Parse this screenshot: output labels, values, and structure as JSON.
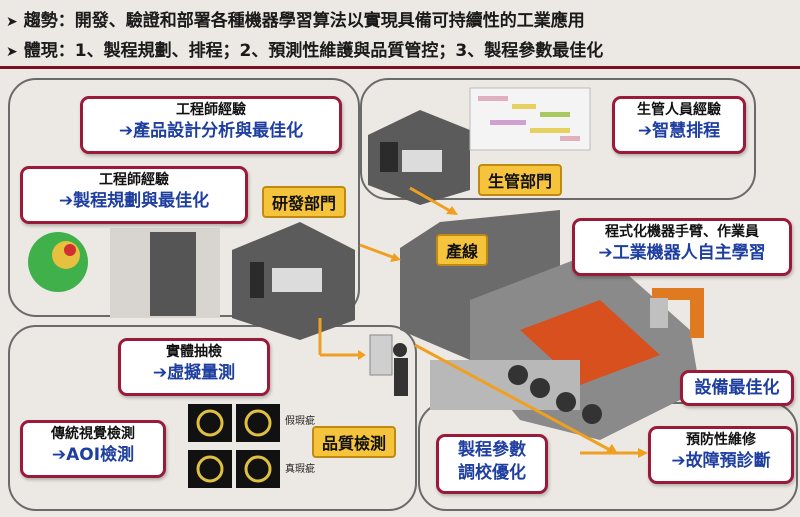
{
  "header": {
    "line1": "趨勢：開發、驗證和部署各種機器學習算法以實現具備可持續性的工業應用",
    "line2": "體現：1、製程規劃、排程；2、預測性維護與品質管控；3、製程參數最佳化"
  },
  "callouts": {
    "product_design": {
      "small": "工程師經驗",
      "big": "➔產品設計分析與最佳化"
    },
    "process_planning": {
      "small": "工程師經驗",
      "big": "➔製程規劃與最佳化"
    },
    "scheduling": {
      "small": "生管人員經驗",
      "big": "➔智慧排程"
    },
    "robot": {
      "small": "程式化機器手臂、作業員",
      "big": "➔工業機器人自主學習"
    },
    "virtual_metrology": {
      "small": "實體抽檢",
      "big": "➔虛擬量測"
    },
    "aoi": {
      "small": "傳統視覺檢測",
      "big": "➔AOI檢測"
    },
    "process_param": {
      "big1": "製程參數",
      "big2": "調校優化"
    },
    "equipment": {
      "big": "設備最佳化"
    },
    "predictive": {
      "small": "預防性維修",
      "big": "➔故障預診斷"
    }
  },
  "tags": {
    "rd": "研發部門",
    "production_mgmt": "生管部門",
    "production_line": "產線",
    "quality": "品質檢測"
  },
  "defect_labels": {
    "fake": "假瑕疵",
    "real": "真瑕疵"
  },
  "colors": {
    "callout_border": "#9a1a3a",
    "callout_text": "#1f3fa0",
    "tag_fill": "#f6c43c",
    "arrow": "#f0a020"
  }
}
